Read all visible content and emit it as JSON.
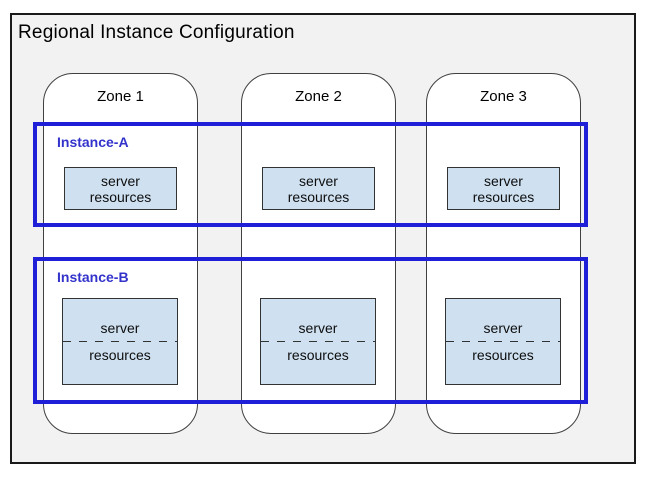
{
  "title": "Regional Instance Configuration",
  "zones": [
    {
      "label": "Zone 1"
    },
    {
      "label": "Zone 2"
    },
    {
      "label": "Zone 3"
    }
  ],
  "instances": [
    {
      "label": "Instance-A"
    },
    {
      "label": "Instance-B"
    }
  ],
  "resource_box": {
    "line1": "server",
    "line2": "resources"
  },
  "colors": {
    "frame_bg": "#f2f2f2",
    "frame_border": "#1a1a1a",
    "zone_bg": "#ffffff",
    "zone_border": "#404040",
    "instance_border": "#1f1fd7",
    "instance_label": "#3333cc",
    "resource_fill": "#cfe1f1",
    "resource_border": "#333333",
    "text": "#000000"
  }
}
